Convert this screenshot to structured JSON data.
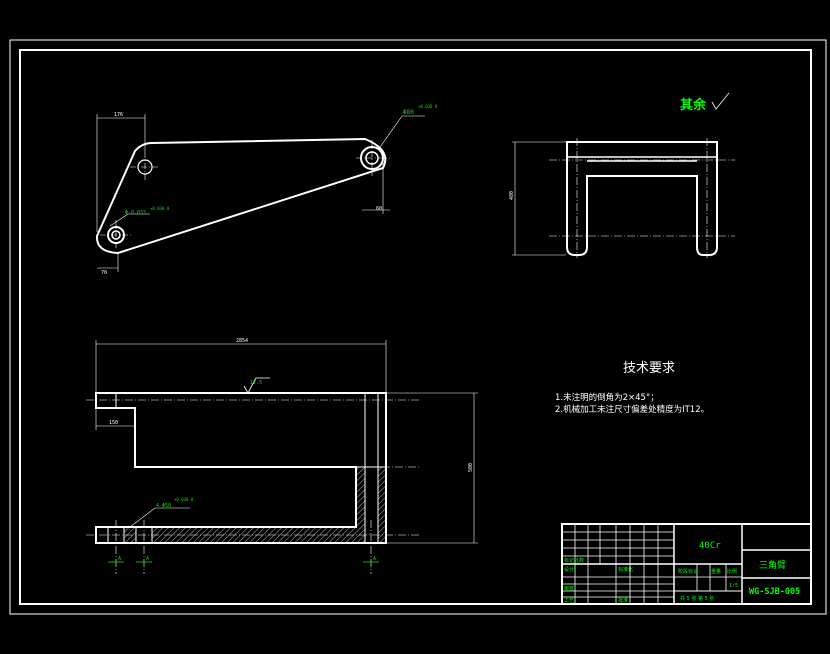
{
  "colors": {
    "background": "#000000",
    "outline": "#ffffff",
    "dimension": "#00e000",
    "annotation": "#00ff00",
    "centerline": "#ffffff"
  },
  "view_top": {
    "dim_top_width": "176",
    "dim_hole_large": "Φ80",
    "dim_hole_large_tol": "+0.030\n0",
    "dim_hole_small": "Φ-0.033",
    "dim_hole_small_tol": "+0.030\n0",
    "dim_bottom_left": "70",
    "dim_right_edge": "60"
  },
  "view_side": {
    "dim_height": "480"
  },
  "view_front": {
    "dim_total_width": "2854",
    "dim_height": "500",
    "dim_left_step": "150",
    "roughness": "12.5",
    "dim_bore": "4-Φ50",
    "dim_bore_tol": "+0.030\n0",
    "section_mark": "A"
  },
  "roughness_note": {
    "label": "其余"
  },
  "tech_requirements": {
    "title": "技术要求",
    "items": [
      "1.未注明的倒角为2×45°；",
      "2.机械加工未注尺寸偏差处精度为IT12。"
    ]
  },
  "title_block": {
    "material": "40Cr",
    "part_name": "三角臂",
    "drawing_number": "WG-SJB-005",
    "sheet_info": "共 5 张   第 5 张",
    "scale": "1:5",
    "stage_label": "阶段标记",
    "weight_label": "重量",
    "scale_label": "比例",
    "mark_label": "标记处数",
    "designer_label": "设计",
    "reviewer_label": "审核",
    "process_label": "工艺",
    "approve_label": "批准",
    "standard_label": "标准化"
  }
}
